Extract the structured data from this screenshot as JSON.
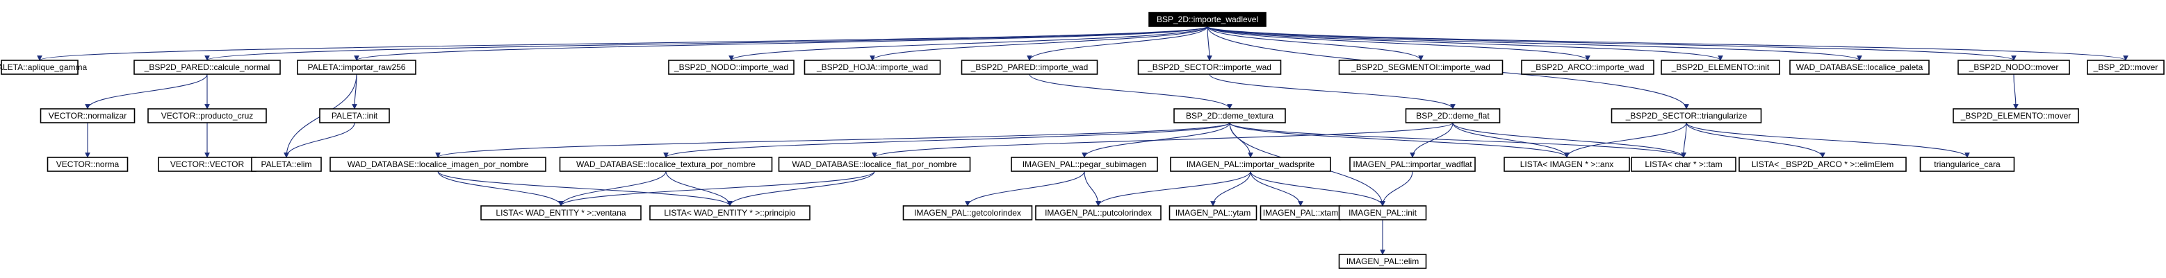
{
  "colors": {
    "background": "#ffffff",
    "node_border": "#000000",
    "root_fill": "#000000",
    "root_text": "#ffffff",
    "edge": "#1b2d7a"
  },
  "nodes": [
    {
      "id": "root",
      "label": "BSP_2D::importe_wadlevel",
      "root": true
    },
    {
      "id": "n_paleta_gamma",
      "label": "PALETA::aplique_gamma"
    },
    {
      "id": "n_pared_normal",
      "label": "_BSP2D_PARED::calcule_normal"
    },
    {
      "id": "n_paleta_raw",
      "label": "PALETA::importar_raw256"
    },
    {
      "id": "n_nodo_wad",
      "label": "_BSP2D_NODO::importe_wad"
    },
    {
      "id": "n_hoja_wad",
      "label": "_BSP2D_HOJA::importe_wad"
    },
    {
      "id": "n_pared_wad",
      "label": "_BSP2D_PARED::importe_wad"
    },
    {
      "id": "n_sector_wad",
      "label": "_BSP2D_SECTOR::importe_wad"
    },
    {
      "id": "n_segmento_wad",
      "label": "_BSP2D_SEGMENTOI::importe_wad"
    },
    {
      "id": "n_arco_wad",
      "label": "_BSP2D_ARCO::importe_wad"
    },
    {
      "id": "n_elemento_init",
      "label": "_BSP2D_ELEMENTO::init"
    },
    {
      "id": "n_wad_paleta",
      "label": "WAD_DATABASE::localice_paleta"
    },
    {
      "id": "n_nodo_mover",
      "label": "_BSP2D_NODO::mover"
    },
    {
      "id": "n_bsp_mover",
      "label": "_BSP_2D::mover"
    },
    {
      "id": "n_vector_norm",
      "label": "VECTOR::normalizar"
    },
    {
      "id": "n_vector_cruz",
      "label": "VECTOR::producto_cruz"
    },
    {
      "id": "n_paleta_init",
      "label": "PALETA::init"
    },
    {
      "id": "n_deme_textura",
      "label": "BSP_2D::deme_textura"
    },
    {
      "id": "n_deme_flat",
      "label": "BSP_2D::deme_flat"
    },
    {
      "id": "n_sector_tri",
      "label": "_BSP2D_SECTOR::triangularize"
    },
    {
      "id": "n_elemento_mover",
      "label": "_BSP2D_ELEMENTO::mover"
    },
    {
      "id": "n_vector_norma",
      "label": "VECTOR::norma"
    },
    {
      "id": "n_vector_vector",
      "label": "VECTOR::VECTOR"
    },
    {
      "id": "n_paleta_elim",
      "label": "PALETA::elim"
    },
    {
      "id": "n_wad_imagen",
      "label": "WAD_DATABASE::localice_imagen_por_nombre"
    },
    {
      "id": "n_wad_textura",
      "label": "WAD_DATABASE::localice_textura_por_nombre"
    },
    {
      "id": "n_wad_flat",
      "label": "WAD_DATABASE::localice_flat_por_nombre"
    },
    {
      "id": "n_img_subimagen",
      "label": "IMAGEN_PAL::pegar_subimagen"
    },
    {
      "id": "n_img_wadsprite",
      "label": "IMAGEN_PAL::importar_wadsprite"
    },
    {
      "id": "n_img_wadflat",
      "label": "IMAGEN_PAL::importar_wadflat"
    },
    {
      "id": "n_lista_imagen_anx",
      "label": "LISTA< IMAGEN * >::anx"
    },
    {
      "id": "n_lista_char_tam",
      "label": "LISTA< char * >::tam"
    },
    {
      "id": "n_lista_arco_elim",
      "label": "LISTA< _BSP2D_ARCO * >::elimElem"
    },
    {
      "id": "n_tri_cara",
      "label": "triangularice_cara"
    },
    {
      "id": "n_lista_wad_ventana",
      "label": "LISTA< WAD_ENTITY * >::ventana"
    },
    {
      "id": "n_lista_wad_principio",
      "label": "LISTA< WAD_ENTITY * >::principio"
    },
    {
      "id": "n_img_getcolor",
      "label": "IMAGEN_PAL::getcolorindex"
    },
    {
      "id": "n_img_putcolor",
      "label": "IMAGEN_PAL::putcolorindex"
    },
    {
      "id": "n_img_ytam",
      "label": "IMAGEN_PAL::ytam"
    },
    {
      "id": "n_img_xtam",
      "label": "IMAGEN_PAL::xtam"
    },
    {
      "id": "n_img_init",
      "label": "IMAGEN_PAL::init"
    },
    {
      "id": "n_img_elim",
      "label": "IMAGEN_PAL::elim"
    }
  ],
  "edges": [
    {
      "from": "root",
      "to": "n_paleta_gamma"
    },
    {
      "from": "root",
      "to": "n_pared_normal"
    },
    {
      "from": "root",
      "to": "n_paleta_raw"
    },
    {
      "from": "root",
      "to": "n_nodo_wad"
    },
    {
      "from": "root",
      "to": "n_hoja_wad"
    },
    {
      "from": "root",
      "to": "n_pared_wad"
    },
    {
      "from": "root",
      "to": "n_sector_wad"
    },
    {
      "from": "root",
      "to": "n_segmento_wad"
    },
    {
      "from": "root",
      "to": "n_arco_wad"
    },
    {
      "from": "root",
      "to": "n_elemento_init"
    },
    {
      "from": "root",
      "to": "n_wad_paleta"
    },
    {
      "from": "root",
      "to": "n_nodo_mover"
    },
    {
      "from": "root",
      "to": "n_bsp_mover"
    },
    {
      "from": "root",
      "to": "n_sector_tri"
    },
    {
      "from": "n_pared_normal",
      "to": "n_vector_norm"
    },
    {
      "from": "n_pared_normal",
      "to": "n_vector_cruz"
    },
    {
      "from": "n_vector_norm",
      "to": "n_vector_norma"
    },
    {
      "from": "n_vector_cruz",
      "to": "n_vector_vector"
    },
    {
      "from": "n_paleta_raw",
      "to": "n_paleta_init"
    },
    {
      "from": "n_paleta_raw",
      "to": "n_paleta_elim"
    },
    {
      "from": "n_paleta_init",
      "to": "n_paleta_elim"
    },
    {
      "from": "n_pared_wad",
      "to": "n_deme_textura"
    },
    {
      "from": "n_sector_wad",
      "to": "n_deme_flat"
    },
    {
      "from": "n_nodo_mover",
      "to": "n_elemento_mover"
    },
    {
      "from": "n_deme_textura",
      "to": "n_wad_imagen"
    },
    {
      "from": "n_deme_textura",
      "to": "n_wad_textura"
    },
    {
      "from": "n_deme_textura",
      "to": "n_img_subimagen"
    },
    {
      "from": "n_deme_textura",
      "to": "n_img_wadsprite"
    },
    {
      "from": "n_deme_textura",
      "to": "n_lista_imagen_anx"
    },
    {
      "from": "n_deme_textura",
      "to": "n_lista_char_tam"
    },
    {
      "from": "n_deme_textura",
      "to": "n_img_init"
    },
    {
      "from": "n_deme_flat",
      "to": "n_wad_flat"
    },
    {
      "from": "n_deme_flat",
      "to": "n_img_wadflat"
    },
    {
      "from": "n_deme_flat",
      "to": "n_lista_imagen_anx"
    },
    {
      "from": "n_deme_flat",
      "to": "n_lista_char_tam"
    },
    {
      "from": "n_sector_tri",
      "to": "n_lista_imagen_anx"
    },
    {
      "from": "n_sector_tri",
      "to": "n_lista_char_tam"
    },
    {
      "from": "n_sector_tri",
      "to": "n_lista_arco_elim"
    },
    {
      "from": "n_sector_tri",
      "to": "n_tri_cara"
    },
    {
      "from": "n_wad_imagen",
      "to": "n_lista_wad_ventana"
    },
    {
      "from": "n_wad_imagen",
      "to": "n_lista_wad_principio"
    },
    {
      "from": "n_wad_textura",
      "to": "n_lista_wad_ventana"
    },
    {
      "from": "n_wad_textura",
      "to": "n_lista_wad_principio"
    },
    {
      "from": "n_wad_flat",
      "to": "n_lista_wad_ventana"
    },
    {
      "from": "n_wad_flat",
      "to": "n_lista_wad_principio"
    },
    {
      "from": "n_img_subimagen",
      "to": "n_img_getcolor"
    },
    {
      "from": "n_img_subimagen",
      "to": "n_img_putcolor"
    },
    {
      "from": "n_img_wadsprite",
      "to": "n_img_putcolor"
    },
    {
      "from": "n_img_wadsprite",
      "to": "n_img_ytam"
    },
    {
      "from": "n_img_wadsprite",
      "to": "n_img_xtam"
    },
    {
      "from": "n_img_wadsprite",
      "to": "n_img_init"
    },
    {
      "from": "n_img_wadflat",
      "to": "n_img_init"
    },
    {
      "from": "n_img_init",
      "to": "n_img_elim"
    }
  ]
}
